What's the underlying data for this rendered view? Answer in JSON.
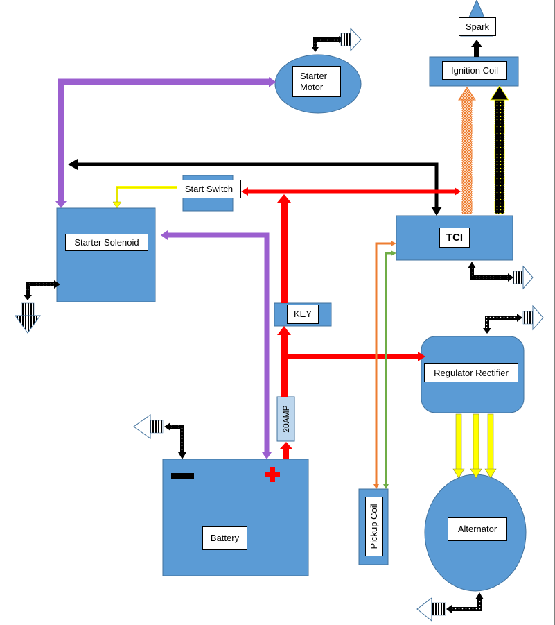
{
  "diagram": {
    "title": "",
    "components": {
      "starter_motor": "Starter\nMotor",
      "spark": "Spark",
      "ignition_coil": "Ignition Coil",
      "start_switch": "Start Switch",
      "starter_solenoid": "Starter Solenoid",
      "tci": "TCI",
      "key": "KEY",
      "regulator_rectifier": "Regulator Rectifier",
      "fuse": "20AMP",
      "battery": "Battery",
      "pickup_coil": "Pickup Coil",
      "alternator": "Alternator"
    },
    "battery_terminals": {
      "negative": "−",
      "positive": "+"
    },
    "wire_colors": {
      "purple": "#9b5fcf",
      "black": "#000000",
      "red": "#ff0000",
      "yellow": "#ffff00",
      "orange": "#ed7d31",
      "green": "#70ad47",
      "component_fill": "#5b9bd5",
      "component_border": "#41719c",
      "fuse_fill": "#bdd7ee"
    },
    "connections": [
      {
        "from": "Starter Solenoid",
        "to": "Starter Motor",
        "color": "purple"
      },
      {
        "from": "Battery +",
        "to": "Starter Solenoid",
        "color": "purple"
      },
      {
        "from": "TCI",
        "to": "Starter Solenoid",
        "color": "black"
      },
      {
        "from": "Start Switch",
        "to": "Starter Solenoid",
        "color": "yellow"
      },
      {
        "from": "KEY",
        "to": "Start Switch",
        "color": "red"
      },
      {
        "from": "KEY",
        "to": "TCI",
        "color": "red"
      },
      {
        "from": "Battery +",
        "to": "20AMP",
        "color": "red"
      },
      {
        "from": "20AMP",
        "to": "KEY",
        "color": "red"
      },
      {
        "from": "20AMP",
        "to": "Regulator Rectifier",
        "color": "red"
      },
      {
        "from": "TCI",
        "to": "Ignition Coil",
        "color": "orange"
      },
      {
        "from": "TCI",
        "to": "Ignition Coil",
        "color": "black"
      },
      {
        "from": "Ignition Coil",
        "to": "Spark",
        "color": "black"
      },
      {
        "from": "Pickup Coil",
        "to": "TCI",
        "color": "orange"
      },
      {
        "from": "Pickup Coil",
        "to": "TCI",
        "color": "green"
      },
      {
        "from": "Regulator Rectifier",
        "to": "Alternator",
        "color": "yellow",
        "count": 3
      }
    ],
    "ground_symbols": [
      "Starter Motor",
      "Starter Solenoid",
      "TCI",
      "Regulator Rectifier",
      "Battery -",
      "Alternator"
    ]
  }
}
